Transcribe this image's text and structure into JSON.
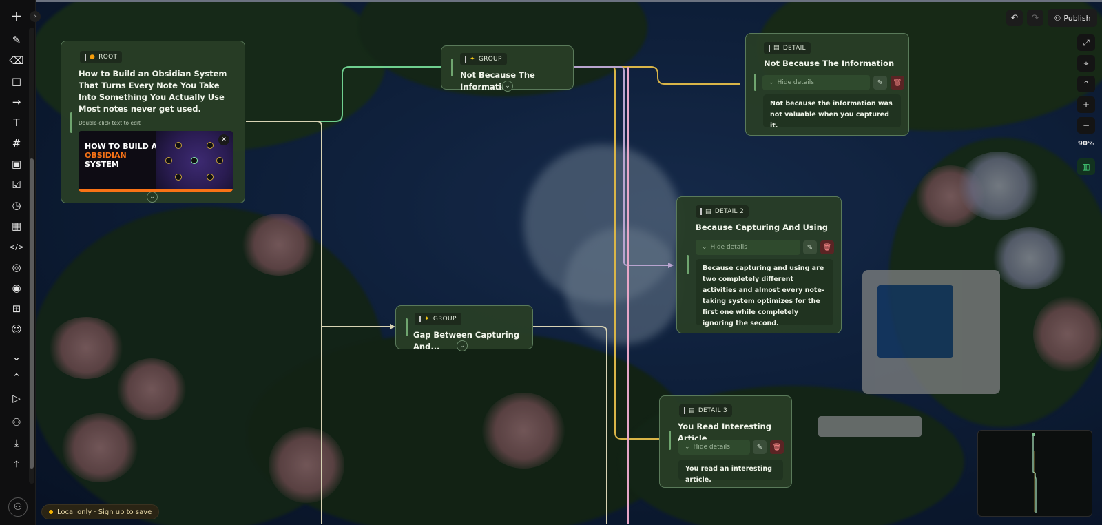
{
  "toolbar": {
    "tools": [
      {
        "name": "new-button",
        "icon": "plus-icon",
        "glyph": "+"
      },
      {
        "name": "pen-tool",
        "icon": "pen-icon",
        "glyph": "✎"
      },
      {
        "name": "eraser-tool",
        "icon": "eraser-icon",
        "glyph": "⌫"
      },
      {
        "name": "rectangle-tool",
        "icon": "square-icon",
        "glyph": "□"
      },
      {
        "name": "arrow-tool",
        "icon": "arrow-right-icon",
        "glyph": "→"
      },
      {
        "name": "text-tool",
        "icon": "text-icon",
        "glyph": "T"
      },
      {
        "name": "frame-tool",
        "icon": "hash-icon",
        "glyph": "#"
      },
      {
        "name": "image-tool",
        "icon": "image-icon",
        "glyph": "▣"
      },
      {
        "name": "checklist-tool",
        "icon": "checklist-icon",
        "glyph": "☑"
      },
      {
        "name": "timer-tool",
        "icon": "timer-icon",
        "glyph": "◷"
      },
      {
        "name": "table-tool",
        "icon": "table-icon",
        "glyph": "▦"
      },
      {
        "name": "code-tool",
        "icon": "code-icon",
        "glyph": "</>"
      },
      {
        "name": "web-tool",
        "icon": "globe-icon",
        "glyph": "◎"
      },
      {
        "name": "palette-tool",
        "icon": "palette-icon",
        "glyph": "◉"
      },
      {
        "name": "apps-tool",
        "icon": "grid-icon",
        "glyph": "⊞"
      },
      {
        "name": "emoji-tool",
        "icon": "smiley-icon",
        "glyph": "☺"
      },
      {
        "name": "collapse-all-button",
        "icon": "chevrons-down-icon",
        "glyph": "⌄"
      },
      {
        "name": "expand-all-button",
        "icon": "chevrons-up-icon",
        "glyph": "⌃"
      },
      {
        "name": "play-button",
        "icon": "play-icon",
        "glyph": "▷"
      },
      {
        "name": "add-user-button",
        "icon": "user-plus-icon",
        "glyph": "⚇"
      },
      {
        "name": "download-button",
        "icon": "download-icon",
        "glyph": "⤓"
      },
      {
        "name": "upload-button",
        "icon": "upload-icon",
        "glyph": "⤒"
      }
    ]
  },
  "header": {
    "publish_label": "Publish",
    "zoom": "90%"
  },
  "status": {
    "local_label": "Local only · Sign up to save"
  },
  "nodes": {
    "root": {
      "tag": "ROOT",
      "title": "How to Build an Obsidian System That Turns Every Note You Take Into Something You Actually Use Most notes never get used.",
      "hint": "Double-click text to edit",
      "thumb": {
        "line1": "HOW TO BUILD AN",
        "line2": "OBSIDIAN",
        "line3": "SYSTEM"
      }
    },
    "group1": {
      "tag": "GROUP",
      "title": "Not Because The Information"
    },
    "group2": {
      "tag": "GROUP",
      "title": "Gap Between Capturing And..."
    },
    "detail1": {
      "tag": "DETAIL",
      "title": "Not Because The Information",
      "hide_label": "Hide details",
      "body": "Not because the information was not valuable when you captured it."
    },
    "detail2": {
      "tag": "DETAIL 2",
      "title": "Because Capturing And Using",
      "hide_label": "Hide details",
      "body": "Because capturing and using are two completely different activities and almost every note-taking system optimizes for the first one while completely ignoring the second."
    },
    "detail3": {
      "tag": "DETAIL 3",
      "title": "You Read Interesting Article",
      "hide_label": "Hide details",
      "body": "You read an interesting article."
    }
  },
  "colors": {
    "card_bg": "#283e26",
    "card_border": "#5a7a5a",
    "connector_green": "#6fcf8f",
    "connector_yellow": "#d9b548",
    "connector_pink": "#e7a6c8",
    "connector_cream": "#d8d3b4",
    "accent_orange": "#f97316",
    "publish_bg": "#1c1c1c"
  }
}
